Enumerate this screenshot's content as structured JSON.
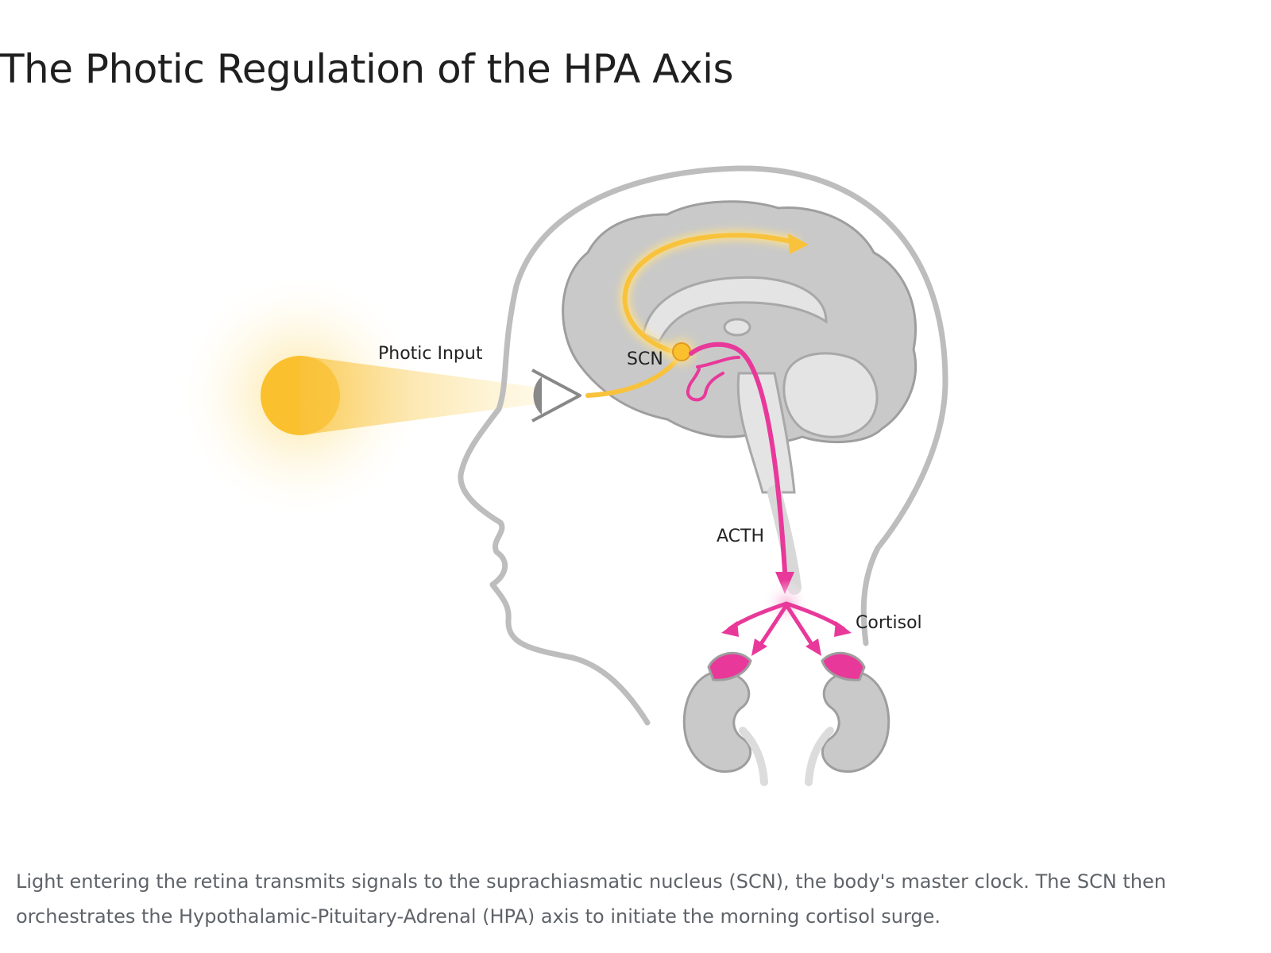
{
  "title": "The Photic Regulation of the HPA Axis",
  "labels": {
    "photic_input": "Photic Input",
    "scn": "SCN",
    "acth": "ACTH",
    "cortisol": "Cortisol"
  },
  "caption": "Light entering the retina transmits signals to the suprachiasmatic nucleus (SCN), the body's master clock. The SCN then orchestrates the Hypothalamic-Pituitary-Adrenal (HPA) axis to initiate the morning cortisol surge.",
  "colors": {
    "sun": "#fbc02d",
    "light_path": "#f9c23c",
    "hormone_path": "#e8399a",
    "brain_fill": "#c9c9c9",
    "outline": "#9e9e9e"
  },
  "icons": [
    "sun-icon",
    "eye-icon",
    "brain-icon",
    "adrenal-gland-icon"
  ]
}
